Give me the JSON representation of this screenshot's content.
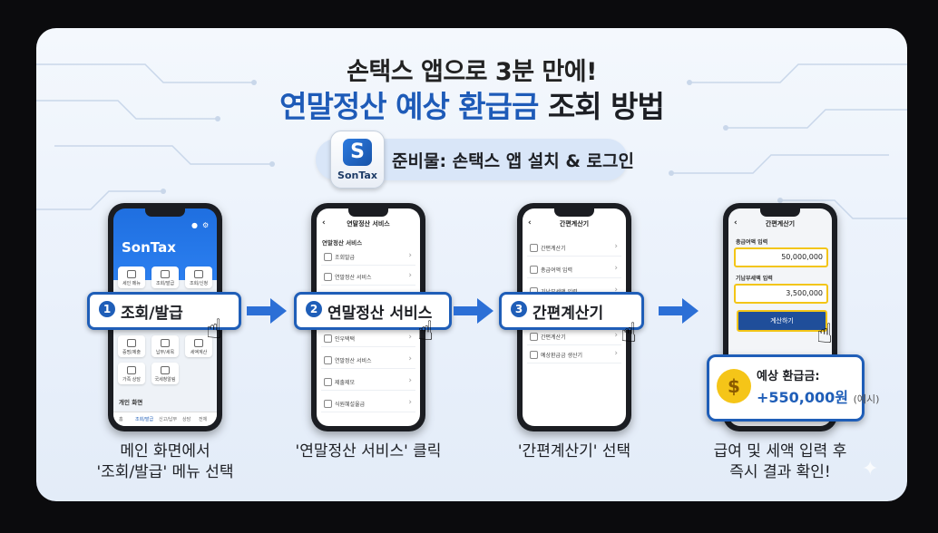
{
  "headline": {
    "line1": "손택스 앱으로 3분 만에!",
    "line2_blue": "연말정산 예상 환급금",
    "line2_dark": "조회 방법"
  },
  "preparation": {
    "app_name": "SonTax",
    "text": "준비물: 손택스 앱 설치 & 로그인"
  },
  "steps": [
    {
      "number": "1",
      "label": "조회/발급",
      "caption_line1": "메인 화면에서",
      "caption_line2": "'조회/발급' 메뉴 선택",
      "phone": {
        "logo": "SonTax",
        "tiles": [
          "세인 메뉴",
          "조회/발급",
          "조회/신청",
          "증명/제출",
          "납부/세목",
          "세액계산",
          "가족 상담",
          "국세청알림"
        ],
        "section": "개인 화면",
        "nav": [
          "홈",
          "조회/발급",
          "신고/납부",
          "상담",
          "전체"
        ]
      }
    },
    {
      "number": "2",
      "label": "연말정산 서비스",
      "caption_line1": "'연말정산 서비스' 클릭",
      "caption_line2": "",
      "phone": {
        "header": "연말정산 서비스",
        "section": "연말정산 서비스",
        "rows": [
          "조회발급",
          "연말정산 서비스",
          "인우택택",
          "연말정산 서비스",
          "제출제모",
          "식원혜설율급"
        ]
      }
    },
    {
      "number": "3",
      "label": "간편계산기",
      "caption_line1": "'간편계산기' 선택",
      "caption_line2": "",
      "phone": {
        "header": "간편계산기",
        "rows": [
          "간편계산기",
          "총급여액 입력",
          "기납부세액 입력",
          "간편계산기",
          "예상환급금 생산기"
        ]
      }
    },
    {
      "number": "",
      "label": "",
      "caption_line1": "급여 및 세액 입력 후",
      "caption_line2": "즉시 결과 확인!",
      "phone": {
        "header": "간편계산기",
        "field1_label": "총급여액 입력",
        "field1_value": "50,000,000",
        "field2_label": "기납부세액 입력",
        "field2_value": "3,500,000",
        "button": "계산하기"
      }
    }
  ],
  "result": {
    "label": "예상 환급금:",
    "amount": "+550,000원",
    "note": "(예시)",
    "icon": "money-bag-icon"
  },
  "colors": {
    "accent": "#1f5eb8",
    "highlight": "#f3c517",
    "dark": "#1d1f24"
  }
}
